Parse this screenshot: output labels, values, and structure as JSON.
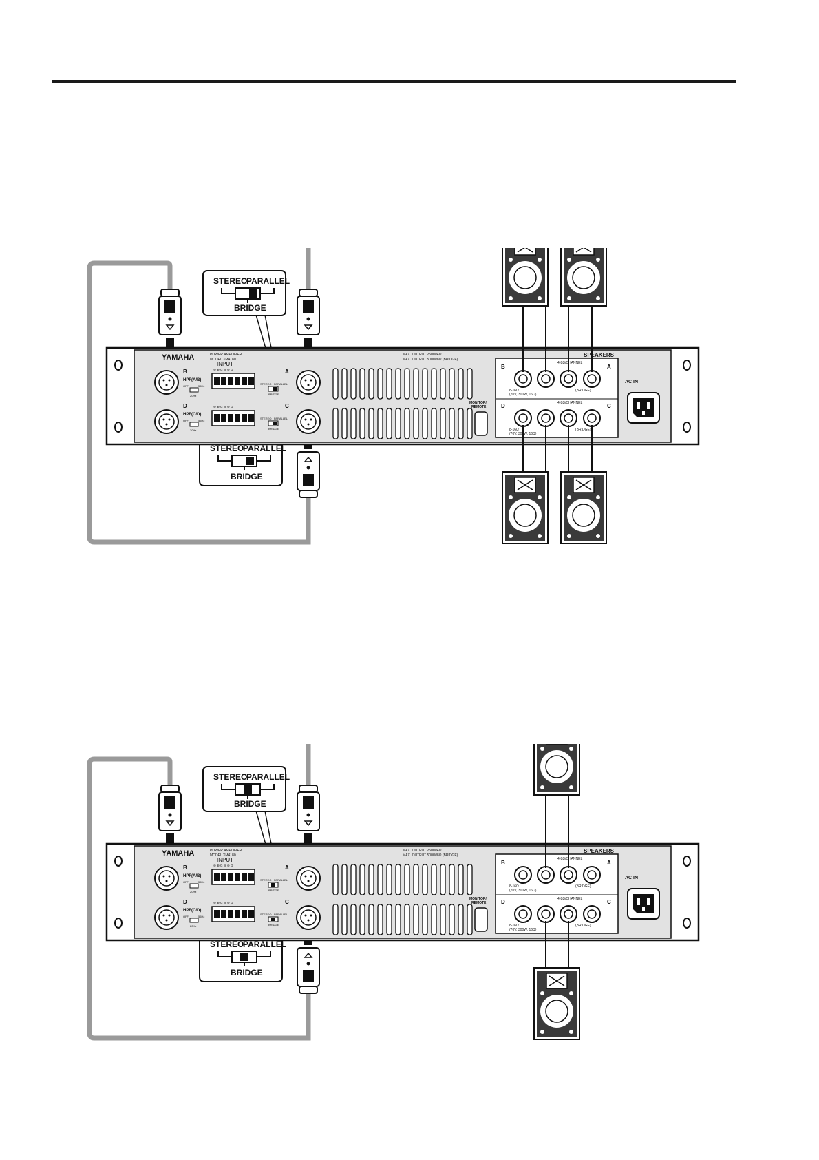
{
  "colors": {
    "panel": "#e2e2e2",
    "cable": "#9a9a9a",
    "ink": "#111111",
    "speaker_body": "#3a3a3a"
  },
  "amp": {
    "brand": "YAMAHA",
    "model_line1": "POWER AMPLIFIER",
    "model_line2": "MODEL XM4180",
    "input_title": "INPUT",
    "output_line1": "MAX. OUTPUT 250W/4Ω",
    "output_line2": "MAX. OUTPUT 500W/8Ω (BRIDGE)",
    "ch_a": "A",
    "ch_b": "B",
    "ch_c": "C",
    "ch_d": "D",
    "hpf_ab": "HPF(A/B)",
    "hpf_cd": "HPF(C/D)",
    "hpf_off": "OFF",
    "hpf_55": "55Hz",
    "hpf_20": "20Hz",
    "terminal_marks": "⊖ ⊕ G ⊖ ⊕ G",
    "small_mode_stereo": "STEREO",
    "small_mode_parallel": "PARALLEL",
    "small_mode_bridge": "BRIDGE",
    "monitor_line1": "MONITOR/",
    "monitor_line2": "REMOTE",
    "speakers_title": "SPEAKERS",
    "ohm_channel_top": "4-8Ω/CHANNEL",
    "ohm_channel_bottom": "4-8Ω/CHANNEL",
    "imp_line1": "8-16Ω",
    "imp_line2": "(70V, 300W, 16Ω)",
    "bridge_label": "(BRIDGE)",
    "ac_in": "AC IN"
  },
  "callout": {
    "stereo": "STEREO",
    "parallel": "PARALLEL",
    "bridge": "BRIDGE"
  }
}
